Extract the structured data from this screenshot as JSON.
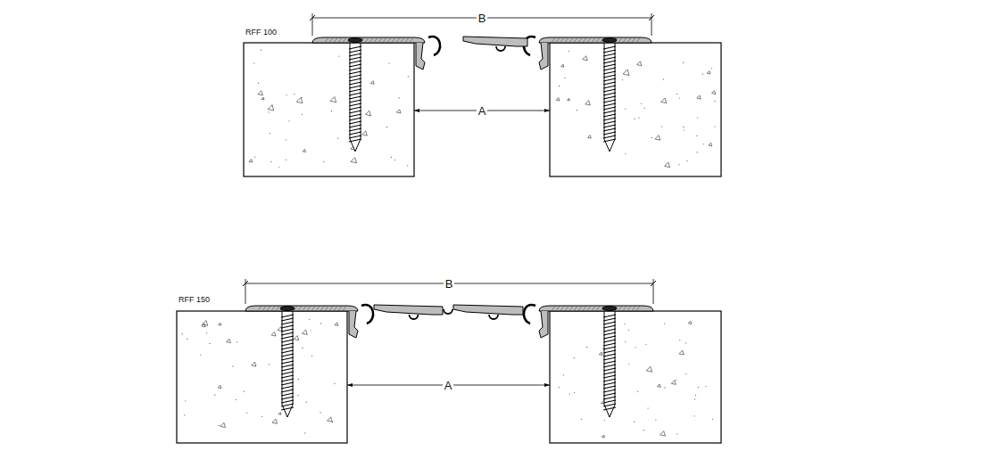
{
  "diagram": {
    "labels": [
      "B",
      "RFF 100",
      "A",
      "B",
      "RFF 150",
      "A"
    ]
  }
}
